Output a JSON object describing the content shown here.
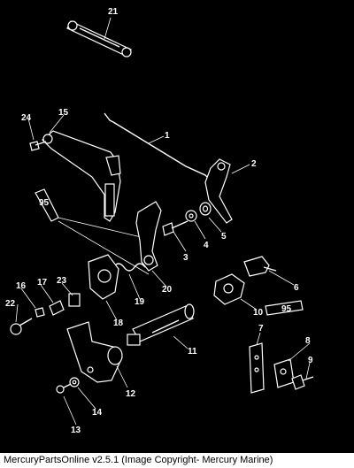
{
  "caption": "MercuryPartsOnline v2.5.1 (Image Copyright- Mercury Marine)",
  "colors": {
    "background": "#000000",
    "line_art": "#ffffff",
    "caption_bg": "#ffffff",
    "caption_text": "#000000"
  },
  "callouts": [
    {
      "id": "1",
      "text": "1"
    },
    {
      "id": "2",
      "text": "2"
    },
    {
      "id": "3",
      "text": "3"
    },
    {
      "id": "4",
      "text": "4"
    },
    {
      "id": "5",
      "text": "5"
    },
    {
      "id": "6",
      "text": "6"
    },
    {
      "id": "7",
      "text": "7"
    },
    {
      "id": "8",
      "text": "8"
    },
    {
      "id": "9",
      "text": "9"
    },
    {
      "id": "10",
      "text": "10"
    },
    {
      "id": "11",
      "text": "11"
    },
    {
      "id": "12",
      "text": "12"
    },
    {
      "id": "13",
      "text": "13"
    },
    {
      "id": "14",
      "text": "14"
    },
    {
      "id": "15",
      "text": "15"
    },
    {
      "id": "16",
      "text": "16"
    },
    {
      "id": "17",
      "text": "17"
    },
    {
      "id": "18",
      "text": "18"
    },
    {
      "id": "19",
      "text": "19"
    },
    {
      "id": "20",
      "text": "20"
    },
    {
      "id": "21",
      "text": "21"
    },
    {
      "id": "22",
      "text": "22"
    },
    {
      "id": "23",
      "text": "23"
    },
    {
      "id": "24",
      "text": "24"
    }
  ],
  "part_labels": [
    {
      "id": "tube-a",
      "text": "95"
    },
    {
      "id": "tube-b",
      "text": "95"
    }
  ]
}
